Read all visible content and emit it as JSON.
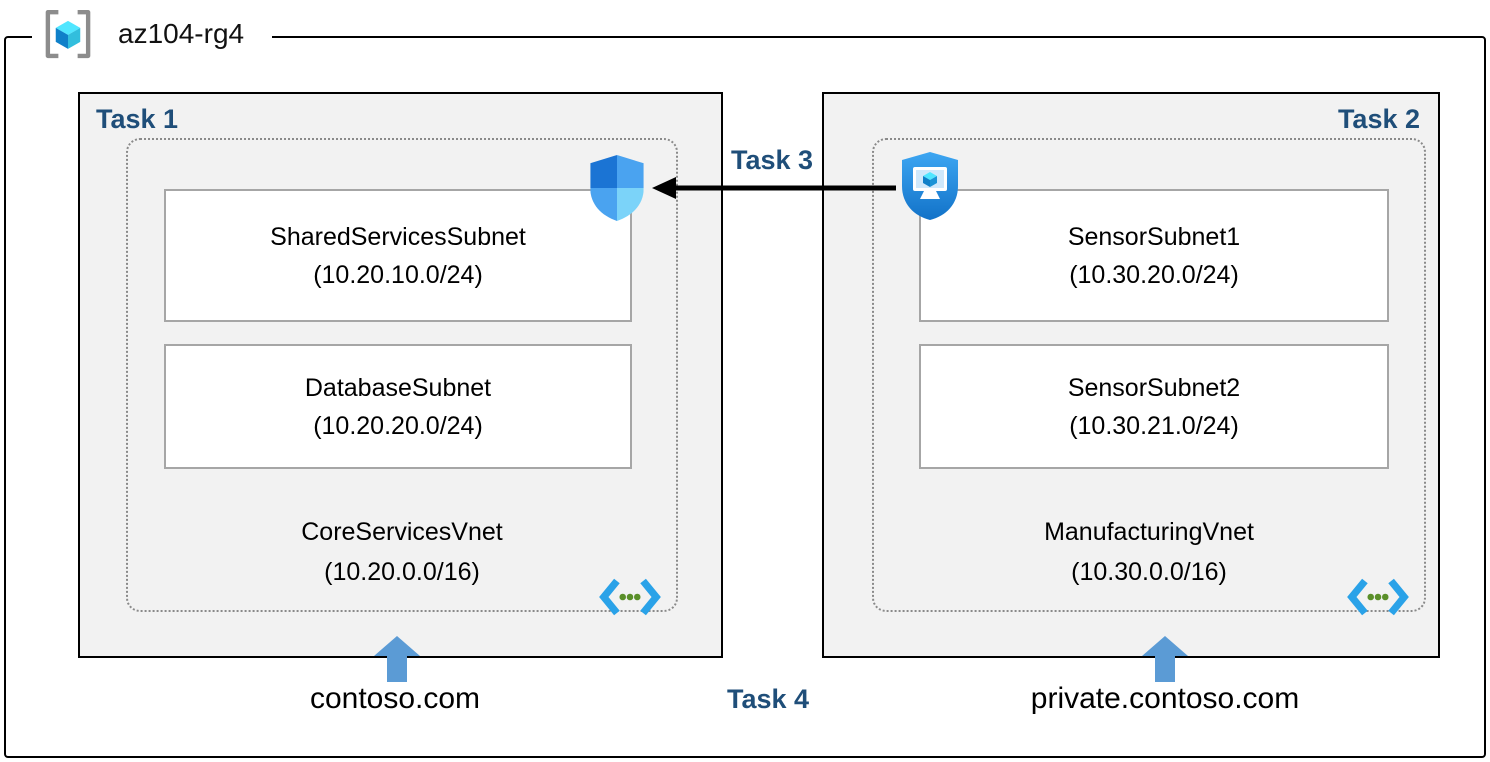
{
  "header": {
    "resource_group": "az104-rg4"
  },
  "tasks": {
    "task1": "Task 1",
    "task2": "Task 2",
    "task3": "Task 3",
    "task4": "Task 4"
  },
  "left": {
    "vnet_name": "CoreServicesVnet",
    "vnet_cidr": "(10.20.0.0/16)",
    "subnets": [
      {
        "name": "SharedServicesSubnet",
        "cidr": "(10.20.10.0/24)"
      },
      {
        "name": "DatabaseSubnet",
        "cidr": "(10.20.20.0/24)"
      }
    ],
    "dns_label": "contoso.com"
  },
  "right": {
    "vnet_name": "ManufacturingVnet",
    "vnet_cidr": "(10.30.0.0/16)",
    "subnets": [
      {
        "name": "SensorSubnet1",
        "cidr": "(10.30.20.0/24)"
      },
      {
        "name": "SensorSubnet2",
        "cidr": "(10.30.21.0/24)"
      }
    ],
    "dns_label": "private.contoso.com"
  },
  "icons": {
    "resource_group": "resource-group-icon",
    "network_security": "network-security-group-shield-icon",
    "bastion": "bastion-shield-icon",
    "virtual_network": "virtual-network-icon",
    "up_arrow": "blue-up-arrow-icon",
    "peering_arrow": "black-left-arrow"
  },
  "colors": {
    "task_label": "#1f4e79",
    "box_background": "#f2f2f2",
    "arrow_blue": "#5b9bd5",
    "subnet_border": "#a6a6a6",
    "frame_border": "#000000"
  }
}
